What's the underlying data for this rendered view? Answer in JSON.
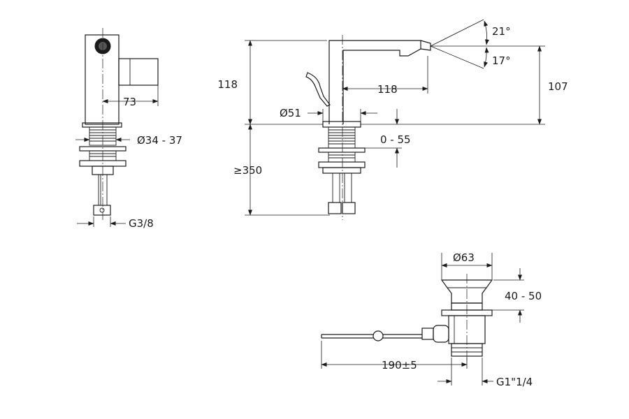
{
  "labels": {
    "depth_73": "73",
    "deck_hole_dia": "Ø34 - 37",
    "inlet_thread": "G3/8",
    "height_118": "118",
    "reach_118": "118",
    "base_dia": "Ø51",
    "deck_thickness": "0 - 55",
    "hose_length": "≥350",
    "angle_up": "21°",
    "angle_down": "17°",
    "outlet_height": "107",
    "waste_dia": "Ø63",
    "waste_height": "40 - 50",
    "rod_length": "190±5",
    "waste_thread": "G1\"1/4"
  }
}
